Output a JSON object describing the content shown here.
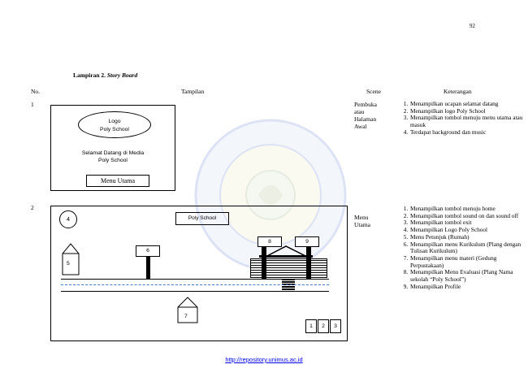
{
  "page_number": "92",
  "heading": {
    "label": "Lampiran 2.",
    "title": "Story Board"
  },
  "columns": {
    "no": "No.",
    "tampilan": "Tampilan",
    "scene": "Scene",
    "keterangan": "Keterangan"
  },
  "rows": [
    {
      "no": "1",
      "scene": [
        "Pembuka",
        "atau",
        "Halaman",
        "Awal"
      ],
      "screen": {
        "logo_line1": "Logo",
        "logo_line2": "Poly School",
        "welcome_line1": "Selamat Datang di Media",
        "welcome_line2": "Poly School",
        "menu_button": "Menu Utama"
      },
      "notes": [
        "Menampilkan ucapan selamat datang",
        "Menampilkan logo Poly School",
        "Menampilkan tombol menuju menu utama atau masuk",
        "Terdapat background dan music"
      ]
    },
    {
      "no": "2",
      "scene": [
        "Menu",
        "Utama"
      ],
      "screen": {
        "home_label": "4",
        "logo_label": "Poly School",
        "house_label": "5",
        "sign_label": "6",
        "building_label": "7",
        "gate_left_label": "8",
        "gate_right_label": "9",
        "control_labels": [
          "1",
          "2",
          "3"
        ]
      },
      "notes": [
        "Menampilkan tombol menuju home",
        "Menampilkan tombol sound on dan sound off",
        "Menampilkan tombol exit",
        "Menampilkan Logo Poly School",
        "Menu Petunjuk (Rumah)",
        "Menampilkan menu Kurikulum (Plang dengan Tulisan Kurikulum)",
        "Menampilkan menu materi (Gedung Perpustakaan)",
        "Menampilkan Menu Evaluasi (Plang Nama sekolah “Poly School”)",
        "Menampilkan Profile"
      ]
    }
  ],
  "footer_link": "http://repository.unimus.ac.id"
}
